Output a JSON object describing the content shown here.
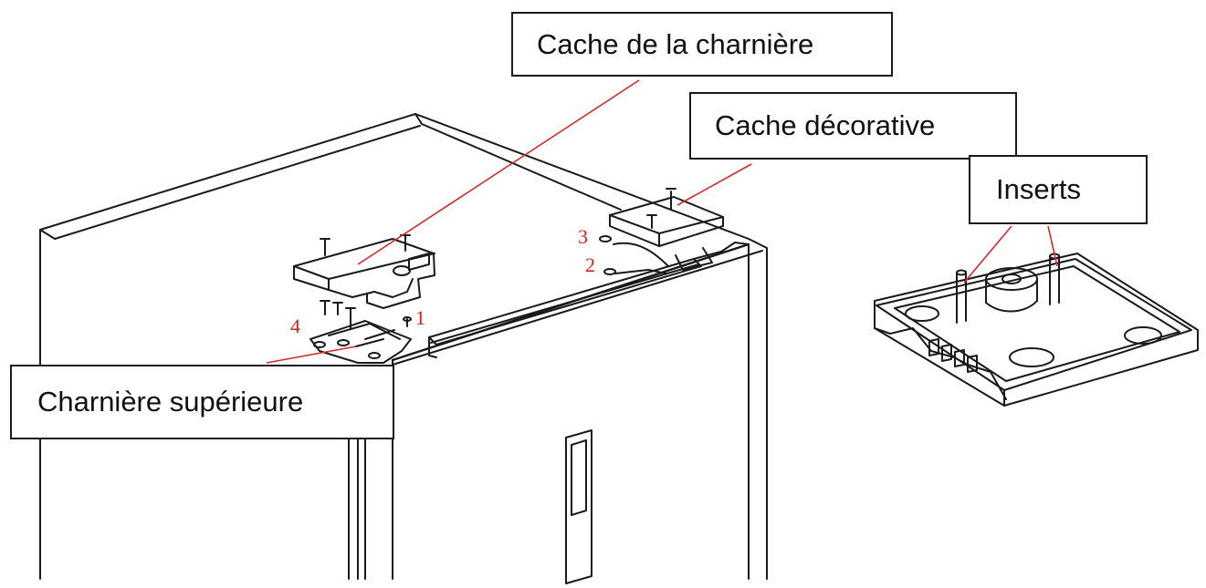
{
  "labels": {
    "hinge_cover": "Cache de la charnière",
    "decorative_cover": "Cache décorative",
    "inserts": "Inserts",
    "top_hinge": "Charnière supérieure"
  },
  "step_numbers": [
    "1",
    "2",
    "3",
    "4"
  ],
  "colors": {
    "line": "#1a1a1a",
    "leader": "#d42a2a",
    "step_number": "#d21f1f",
    "background": "#ffffff"
  }
}
